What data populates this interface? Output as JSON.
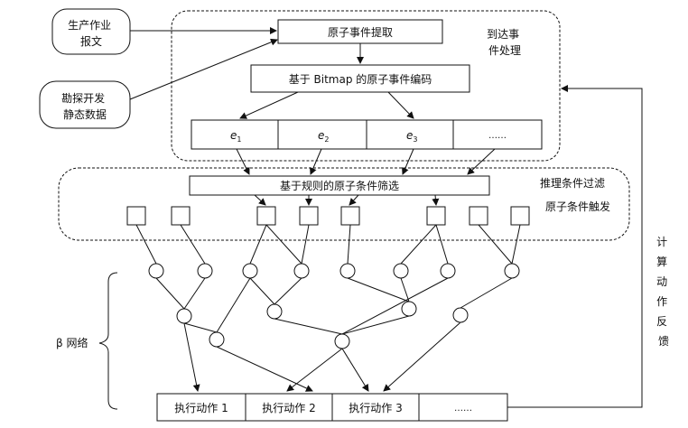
{
  "inputs": {
    "production_report": "生产作业\n报文",
    "exploration_static": "勘探开发\n静态数据"
  },
  "region_labels": {
    "arrival_event_processing": "到达事\n件处理",
    "reasoning_filter": "推理条件过滤",
    "atomic_trigger": "原子条件触发",
    "beta_network": "β 网络",
    "feedback": "计\n算\n动\n作\n反\n馈"
  },
  "boxes": {
    "atomic_extract": "原子事件提取",
    "bitmap_encode": "基于 Bitmap 的原子事件编码",
    "rule_filter": "基于规则的原子条件筛选"
  },
  "events": {
    "e1": {
      "base": "e",
      "sub": "1"
    },
    "e2": {
      "base": "e",
      "sub": "2"
    },
    "e3": {
      "base": "e",
      "sub": "3"
    },
    "more": "……"
  },
  "actions": [
    "执行动作 1",
    "执行动作 2",
    "执行动作 3",
    "……"
  ]
}
